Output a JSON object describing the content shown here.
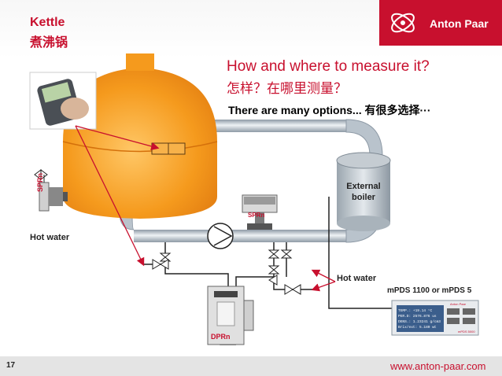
{
  "header": {
    "title_en": "Kettle",
    "title_cn": "煮沸锅",
    "logo_text": "Anton Paar"
  },
  "main": {
    "question_en": "How and where to measure it?",
    "question_cn": "怎样？在哪里测量？",
    "options_text": "There are many options... 有很多选择···"
  },
  "diagram": {
    "external_boiler_line1": "External",
    "external_boiler_line2": "boiler",
    "hot_water_left": "Hot water",
    "hot_water_right": "Hot water",
    "sprn_top": "SPRn",
    "sprn_left": "SPRn",
    "dprn": "DPRn",
    "mpds_label": "mPDS 1100 or mPDS 5",
    "mpds_screen_lines": [
      "TEMP.: +19.14 °C",
      "PER.D: 2576.876 us",
      "DENS.: 1.23241 g/cm3",
      "Brix/ext: 5.180 wt"
    ],
    "mpds_brand": "Anton Paar",
    "mpds_model": "mPDS 5000"
  },
  "footer": {
    "page_number": "17",
    "url": "www.anton-paar.com"
  },
  "colors": {
    "brand_red": "#c8102e",
    "kettle_orange": "#f59a1d",
    "pipe_gray": "#b9c3cc"
  }
}
